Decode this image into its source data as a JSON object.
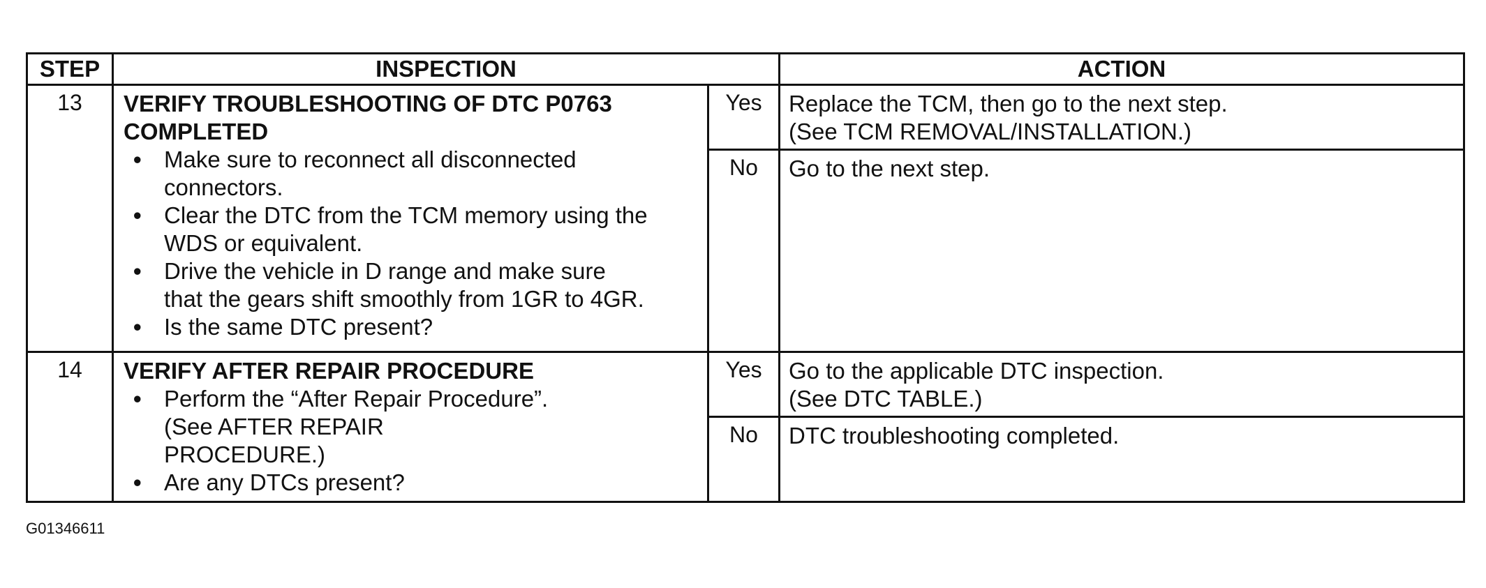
{
  "headers": {
    "step": "STEP",
    "inspection": "INSPECTION",
    "action": "ACTION"
  },
  "rows": [
    {
      "step": "13",
      "title_line1": "VERIFY TROUBLESHOOTING OF DTC P0763",
      "title_line2": "COMPLETED",
      "items": [
        {
          "line1": "Make sure to reconnect all disconnected",
          "line2": "connectors."
        },
        {
          "line1": "Clear the DTC from the TCM memory using the",
          "line2": "WDS or equivalent."
        },
        {
          "line1": "Drive the vehicle in D range and make sure",
          "line2": "that the gears shift smoothly from 1GR to 4GR."
        },
        {
          "line1": "Is the same DTC present?"
        }
      ],
      "yes_label": "Yes",
      "yes_action_line1": "Replace the TCM, then go to the next step.",
      "yes_action_line2": "(See TCM REMOVAL/INSTALLATION.)",
      "no_label": "No",
      "no_action_line1": "Go to the next step."
    },
    {
      "step": "14",
      "title_line1": "VERIFY AFTER REPAIR PROCEDURE",
      "item1": "Perform the “After Repair Procedure”.",
      "note_line1": "(See AFTER REPAIR",
      "note_line2": "PROCEDURE.)",
      "item2": "Are any DTCs present?",
      "yes_label": "Yes",
      "yes_action_line1": "Go to the applicable DTC inspection.",
      "yes_action_line2": "(See  DTC TABLE.)",
      "no_label": "No",
      "no_action_line1": "DTC troubleshooting completed."
    }
  ],
  "bullet": "•",
  "footer_code": "G01346611"
}
